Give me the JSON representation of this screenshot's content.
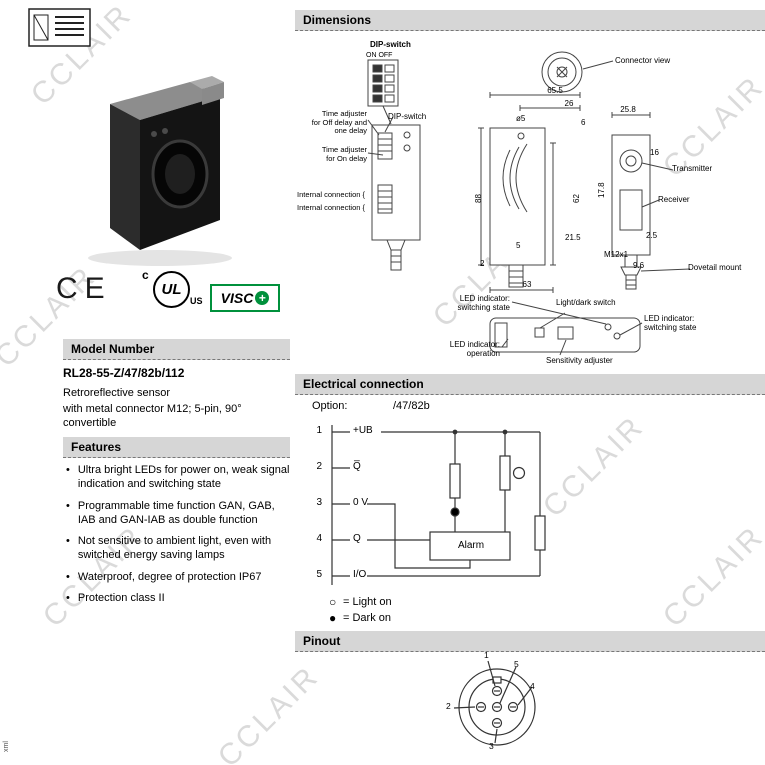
{
  "watermark": {
    "text": "CCLAIR"
  },
  "side_text": "xml",
  "left": {
    "certs": {
      "ce": "CE",
      "ul_c": "c",
      "ul": "UL",
      "ul_us": "US",
      "visco_text": "VISC",
      "visco_plus": "+"
    },
    "model": {
      "header": "Model Number",
      "number": "RL28-55-Z/47/82b/112",
      "line1": "Retroreflective sensor",
      "line2": "with metal connector M12; 5-pin, 90° convertible"
    },
    "features": {
      "header": "Features",
      "items": [
        "Ultra bright LEDs for power on, weak signal indication and switching state",
        "Programmable time function GAN, GAB, IAB and GAN-IAB as double function",
        "Not sensitive to ambient light, even with switched energy saving lamps",
        "Waterproof, degree of protection IP67",
        "Protection class II"
      ]
    }
  },
  "dimensions": {
    "header": "Dimensions",
    "labels": {
      "dip_switch": "DIP-switch",
      "on_off": "ON OFF",
      "time_off": "Time adjuster\nfor Off delay and\none delay",
      "dip_switch2": "DIP-switch",
      "time_on": "Time adjuster\nfor On delay",
      "internal1": "Internal connection {",
      "internal2": "Internal connection {",
      "connector_view": "Connector view",
      "d655": "65.5",
      "d26": "26",
      "dia5": "ø5",
      "d6": "6",
      "d258": "25.8",
      "d16": "16",
      "d178": "17.8",
      "d88": "88",
      "d62": "62",
      "d215": "21.5",
      "d25": "2.5",
      "d5": "5",
      "d2": "2",
      "d63": "63",
      "m12": "M12x1",
      "d96": "9.6",
      "transmitter": "Transmitter",
      "receiver": "Receiver",
      "dovetail": "Dovetail mount",
      "led_switch_a": "LED indicator:\nswitching state",
      "light_dark": "Light/dark switch",
      "led_switch_b": "LED indicator:\nswitching state",
      "led_operation": "LED indicator:\noperation",
      "sensitivity": "Sensitivity adjuster"
    }
  },
  "electrical": {
    "header": "Electrical connection",
    "option_label": "Option:",
    "option_value": "/47/82b",
    "pins": [
      {
        "num": "1",
        "label": "+UB"
      },
      {
        "num": "2",
        "label": "Q̅"
      },
      {
        "num": "3",
        "label": "0 V"
      },
      {
        "num": "4",
        "label": "Q"
      },
      {
        "num": "5",
        "label": "I/O"
      }
    ],
    "alarm_label": "Alarm",
    "legend": [
      {
        "symbol": "○",
        "label": "= Light on"
      },
      {
        "symbol": "●",
        "label": "= Dark on"
      }
    ]
  },
  "pinout": {
    "header": "Pinout",
    "pins": [
      "1",
      "2",
      "3",
      "4",
      "5"
    ]
  }
}
